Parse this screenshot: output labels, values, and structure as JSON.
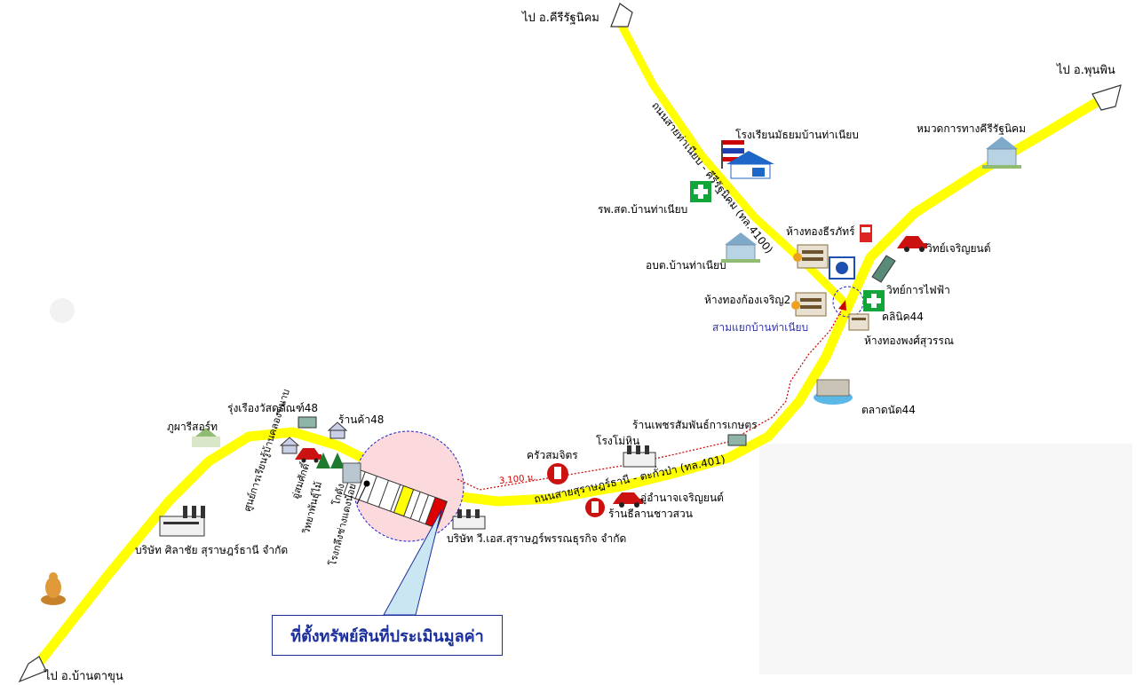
{
  "directions": {
    "north": "ไป อ.คีรีรัฐนิคม",
    "northeast": "ไป อ.พุนพิน",
    "southwest": "ไป อ.บ้านตาขุน"
  },
  "roads": {
    "road_4100": "ถนนสายท่าเนียบ - คีรีรัฐนิคม (ทล.4100)",
    "road_401": "ถนนสายสุราษฎร์ธานี - ตะกั่วป่า (ทล.401)"
  },
  "distance_label": "3,100 ม.",
  "junction_label": "สามแยกบ้านท่าเนียบ",
  "subject_callout": "ที่ตั้งทรัพย์สินที่ประเมินมูลค่า",
  "places": {
    "school": "โรงเรียนมัธยมบ้านท่าเนียบ",
    "highway_dept": "หมวดการทางคีรีรัฐนิคม",
    "health_center": "รพ.สต.บ้านท่าเนียบ",
    "gold_thirapat": "ห้างทองธีรภัทร์",
    "wit_charoen": "วิทย์เจริญยนต์",
    "sao": "อบต.บ้านท่าเนียบ",
    "electric": "วิทย์การไฟฟ้า",
    "gold_kong": "ห้างทองก้องเจริญ2",
    "clinic": "คลินิค44",
    "gold_phong": "ห้างทองพงศ์สุวรรณ",
    "market": "ตลาดนัด44",
    "farm_shop": "ร้านเพชรสัมพันธ์การเกษตร",
    "rice_mill": "โรงโม่หิน",
    "kitchen": "ครัวสมจิตร",
    "garage": "อู่อำนาจเจริญยนต์",
    "grill_shop": "ร้านธีลานชาวสวน",
    "factory_vs": "บริษัท วี.เอส.สุราษฎร์พรรณธุรกิจ จำกัด",
    "rungruang": "รุ่งเรืองวัสดุภัณฑ์48",
    "shop48": "ร้านค้า48",
    "resort": "ภูผารีสอร์ท",
    "service_center": "ศูนย์การเรียนรู้บ้านคลองขนาบ",
    "eutham": "อู่สมศักดิ์",
    "nursery": "วิทยาพันธุ์ไม้",
    "warehouse": "โกดัง",
    "rubber_plant": "โรงกลึงช่างแดงน้อย",
    "factory_sila": "บริษัท ศิลาชัย สุราษฎร์ธานี จำกัด"
  },
  "colors": {
    "road": "#ffff00",
    "road_edge": "#d8d800",
    "circle_fill": "#fbd9dc",
    "circle_stroke": "#2222cc",
    "route": "#cc0000",
    "callout": "#1a2f9c"
  }
}
